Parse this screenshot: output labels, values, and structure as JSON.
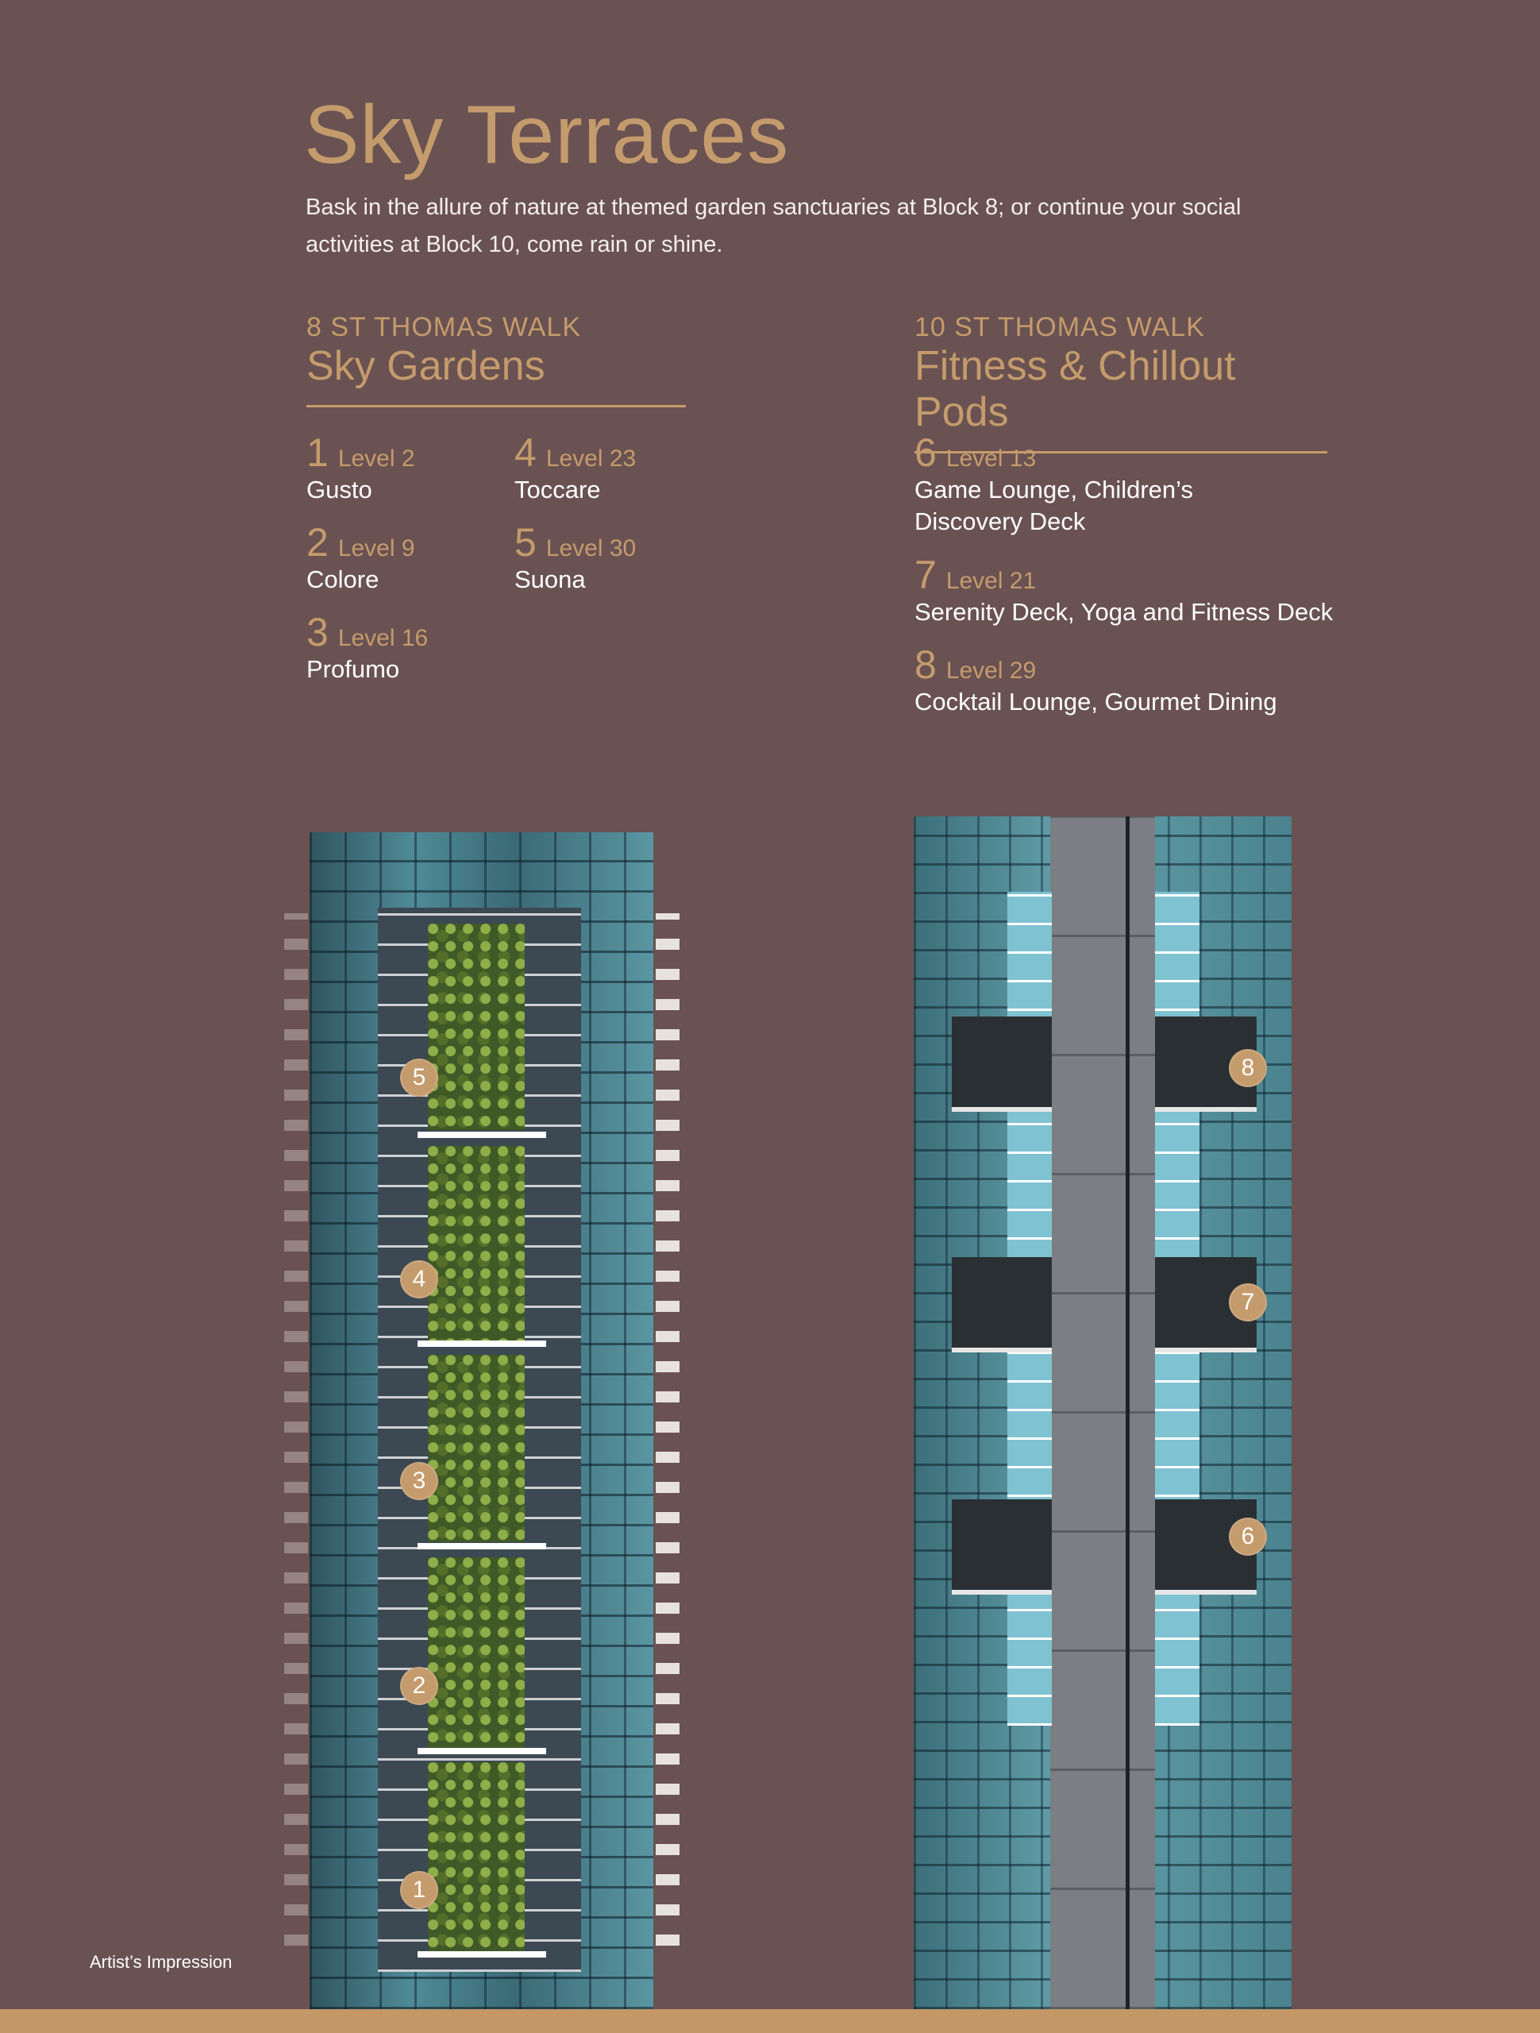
{
  "title": "Sky Terraces",
  "intro": "Bask in the allure of nature at themed garden sanctuaries at Block 8; or continue your social activities at Block 10, come rain or shine.",
  "block_8": {
    "kicker": "8 ST THOMAS WALK",
    "heading": "Sky Gardens",
    "items": [
      {
        "num": "1",
        "level": "Level 2",
        "name": "Gusto"
      },
      {
        "num": "2",
        "level": "Level 9",
        "name": "Colore"
      },
      {
        "num": "3",
        "level": "Level 16",
        "name": "Profumo"
      },
      {
        "num": "4",
        "level": "Level 23",
        "name": "Toccare"
      },
      {
        "num": "5",
        "level": "Level 30",
        "name": "Suona"
      }
    ]
  },
  "block_10": {
    "kicker": "10 ST THOMAS WALK",
    "heading": "Fitness & Chillout Pods",
    "items": [
      {
        "num": "6",
        "level": "Level 13",
        "name": "Game Lounge, Children’s Discovery Deck"
      },
      {
        "num": "7",
        "level": "Level 21",
        "name": "Serenity Deck, Yoga and Fitness Deck"
      },
      {
        "num": "8",
        "level": "Level 29",
        "name": "Cocktail Lounge, Gourmet Dining"
      }
    ]
  },
  "markers": [
    "1",
    "2",
    "3",
    "4",
    "5",
    "6",
    "7",
    "8"
  ],
  "caption": "Artist’s Impression",
  "colors": {
    "background": "#6a5252",
    "accent": "#c49b6c",
    "glass": "#4f8a97"
  }
}
